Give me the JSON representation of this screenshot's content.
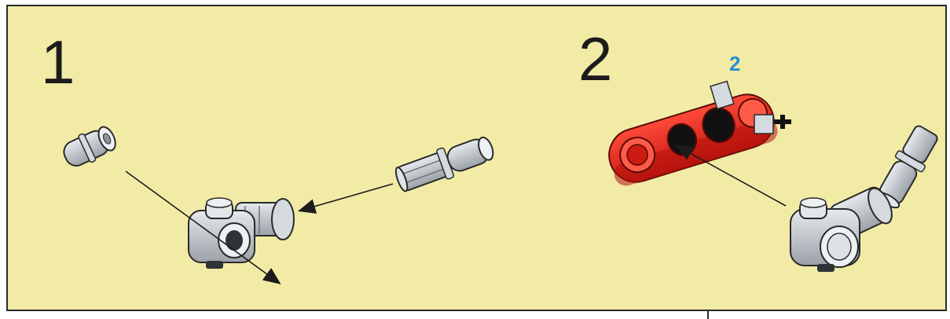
{
  "instructions": {
    "step1": {
      "number": "1"
    },
    "step2": {
      "number": "2",
      "quantity": "2"
    }
  },
  "colors": {
    "background": "#f1eba6",
    "part_gray": "#c9cfd4",
    "part_red": "#e8211a",
    "quantity_blue": "#2a8fd6"
  },
  "icons": {
    "step1_parts": [
      "pin-icon",
      "axle-pin-icon",
      "universal-joint-half-icon"
    ],
    "step2_parts": [
      "red-beam-icon",
      "joint-with-axle-icon"
    ]
  }
}
